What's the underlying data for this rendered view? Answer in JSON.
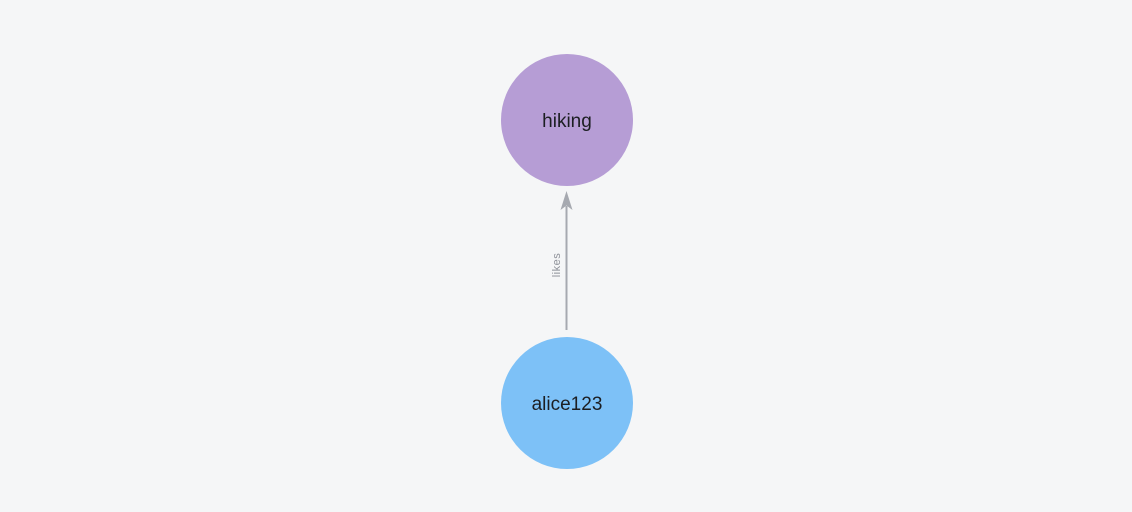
{
  "canvas": {
    "background_color": "#f5f6f7"
  },
  "graph": {
    "nodes": [
      {
        "id": "hiking",
        "label": "hiking",
        "color": "#b69dd5",
        "text_color": "#1c1e22"
      },
      {
        "id": "alice123",
        "label": "alice123",
        "color": "#7dc1f7",
        "text_color": "#1c1e22"
      }
    ],
    "edge": {
      "from": "alice123",
      "to": "hiking",
      "label": "likes",
      "line_color": "#a6a9b0",
      "label_color": "#8e9199"
    }
  }
}
